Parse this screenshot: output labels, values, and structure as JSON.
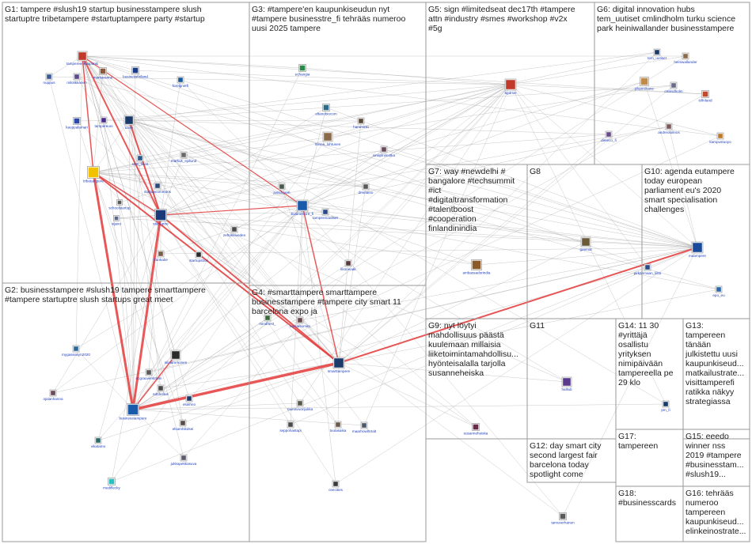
{
  "groups": [
    {
      "id": "G1",
      "title_lines": [
        "G1: tampere #slush19 startup businesstampere slush",
        "startuptre tribetampere #startuptampere party #startup"
      ]
    },
    {
      "id": "G2",
      "title_lines": [
        "G2: businesstampere #slush19 tampere smarttampere",
        "#tampere startuptre slush startups great meet"
      ]
    },
    {
      "id": "G3",
      "title_lines": [
        "G3: #tampere'en kaupunkiseudun nyt",
        "#tampere businesstre_fi tehrääs numeroo",
        "uusi 2025 tampere"
      ]
    },
    {
      "id": "G4",
      "title_lines": [
        "G4: #smarttampere smarttampere",
        "businesstampere #tampere city smart 11",
        "barcelona expo ja"
      ]
    },
    {
      "id": "G5",
      "title_lines": [
        "G5: sign #limitedseat dec17th #tampere",
        "attn #industry #smes #workshop #v2x",
        "#5g"
      ]
    },
    {
      "id": "G6",
      "title_lines": [
        "G6: digital innovation hubs",
        "tem_uutiset cmlindholm turku science",
        "park heiniwallander businesstampere"
      ]
    },
    {
      "id": "G7",
      "title_lines": [
        "G7: way #newdelhi #",
        "bangalore #techsummit",
        "#ict",
        "#digitaltransformation",
        "#talentboost",
        "#cooperation",
        "finlandinindia"
      ]
    },
    {
      "id": "G8",
      "title_lines": [
        "G8"
      ]
    },
    {
      "id": "G9",
      "title_lines": [
        "G9: nyt löytyi",
        "mahdollisuus päästä",
        "kuulemaan millaisia",
        "liiketoimintamahdollisu...",
        "hyönteisalalla tarjolla",
        "susanneheiska"
      ]
    },
    {
      "id": "G10",
      "title_lines": [
        "G10: agenda eutampere",
        "today european",
        "parliament eu's 2020",
        "smart specialisation",
        "challenges"
      ]
    },
    {
      "id": "G11",
      "title_lines": [
        "G11"
      ]
    },
    {
      "id": "G12",
      "title_lines": [
        "G12: day smart city",
        "second largest fair",
        "barcelona today",
        "spotlight come"
      ]
    },
    {
      "id": "G13",
      "title_lines": [
        "G13:",
        "tampereen",
        "tänään",
        "julkistettu uusi",
        "kaupunkiseud...",
        "matkailustrate...",
        "visittamperefi",
        "ratikka näkyy",
        "strategiassa"
      ]
    },
    {
      "id": "G14",
      "title_lines": [
        "G14: 11 30",
        "#yrittäjä",
        "osallistu",
        "yrityksen",
        "nimipäivään",
        "tampereella pe",
        "29 klo"
      ]
    },
    {
      "id": "G15",
      "title_lines": [
        "G15: eeedo",
        "winner nss",
        "2019 #tampere",
        "#businesstam...",
        "#slush19..."
      ]
    },
    {
      "id": "G16",
      "title_lines": [
        "G16: tehrääs",
        "numeroo",
        "tampereen",
        "kaupunkiseud...",
        "elinkeinostrate..."
      ]
    },
    {
      "id": "G17",
      "title_lines": [
        "G17:",
        "tampereen"
      ]
    },
    {
      "id": "G18",
      "title_lines": [
        "G18:",
        "#businesscards"
      ]
    }
  ],
  "nodes": [
    {
      "id": "tampereenkaupunki",
      "label": "tampereenkaupunki",
      "icon": "city-logo-icon",
      "color": "#c0392b"
    },
    {
      "id": "nuppus",
      "label": "nuppus",
      "icon": "avatar-icon",
      "color": "#3a5a9a"
    },
    {
      "id": "niilotikkanen",
      "label": "niilotikkanen",
      "icon": "avatar-icon",
      "color": "#5a4a8a"
    },
    {
      "id": "maritaranne",
      "label": "maritaranne",
      "icon": "avatar-icon",
      "color": "#8a5a3a"
    },
    {
      "id": "businessfinland",
      "label": "businessfinland",
      "icon": "logo-icon",
      "color": "#1a3a8a"
    },
    {
      "id": "forelgnerfi",
      "label": "forelgnerfi",
      "icon": "logo-icon",
      "color": "#1a5a9a"
    },
    {
      "id": "kauppalamari",
      "label": "kauppalamari",
      "icon": "logo-icon",
      "color": "#2a4aaa"
    },
    {
      "id": "tampereuni",
      "label": "tampereuni",
      "icon": "logo-icon",
      "color": "#4a2a8a"
    },
    {
      "id": "tdcre",
      "label": "tdcre",
      "icon": "logo-icon",
      "color": "#1a3a6a"
    },
    {
      "id": "tribetampere",
      "label": "tribetampere",
      "icon": "logo-icon",
      "color": "#f2c200"
    },
    {
      "id": "seel_finns",
      "label": "seel_finns",
      "icon": "logo-icon",
      "color": "#2a5a8a"
    },
    {
      "id": "markus_ejdlund",
      "label": "markus_ejdlund",
      "icon": "avatar-icon",
      "color": "#6a6a6a"
    },
    {
      "id": "startupcommons",
      "label": "startupcommons",
      "icon": "logo-icon",
      "color": "#2a4a7a"
    },
    {
      "id": "schoolstartup",
      "label": "schoolstartup",
      "icon": "logo-icon",
      "color": "#5a5a5a"
    },
    {
      "id": "sijaxo",
      "label": "sijaxo",
      "icon": "avatar-icon",
      "color": "#5a6a8a"
    },
    {
      "id": "startuptre",
      "label": "startuptre",
      "icon": "logo-icon",
      "color": "#1a3a7a"
    },
    {
      "id": "zeftonkiveden",
      "label": "zeftonkiveden",
      "icon": "avatar-icon",
      "color": "#4a4a4a"
    },
    {
      "id": "frankabe",
      "label": "frankabe",
      "icon": "avatar-icon",
      "color": "#7a5a4a"
    },
    {
      "id": "startupsbox",
      "label": "startupsbox",
      "icon": "logo-icon",
      "color": "#2a2a2a"
    },
    {
      "id": "echangia",
      "label": "echangia",
      "icon": "logo-icon",
      "color": "#2a8a4a"
    },
    {
      "id": "eltanobiocom",
      "label": "eltanobiocom",
      "icon": "logo-icon",
      "color": "#2a6a8a"
    },
    {
      "id": "hamminki",
      "label": "hamminki",
      "icon": "avatar-icon",
      "color": "#5a4a3a"
    },
    {
      "id": "minna_lohtunen",
      "label": "minna_lohtunen",
      "icon": "avatar-icon",
      "color": "#8a6a4a"
    },
    {
      "id": "ninaplnimotko",
      "label": "ninaplnimotko",
      "icon": "avatar-icon",
      "color": "#6a4a5a"
    },
    {
      "id": "jussihgren",
      "label": "jussihgren",
      "icon": "avatar-icon",
      "color": "#4a5a4a"
    },
    {
      "id": "businesstre_fi",
      "label": "businesstre_fi",
      "icon": "logo-icon",
      "color": "#1a5aaa"
    },
    {
      "id": "tampereuudiset",
      "label": "tampereuudiset",
      "icon": "logo-icon",
      "color": "#2a4a8a"
    },
    {
      "id": "dmotaino",
      "label": "dmotaino",
      "icon": "avatar-icon",
      "color": "#5a5a5a"
    },
    {
      "id": "ilkonenak",
      "label": "ilkonenak",
      "icon": "avatar-icon",
      "color": "#5a3a3a"
    },
    {
      "id": "5gdrive",
      "label": "5gdrive",
      "icon": "logo-icon",
      "color": "#c0392b"
    },
    {
      "id": "tem_uutiset",
      "label": "tem_uutiset",
      "icon": "logo-icon",
      "color": "#1a3a6a"
    },
    {
      "id": "heiniwallander",
      "label": "heiniwallander",
      "icon": "avatar-icon",
      "color": "#8a6a4a"
    },
    {
      "id": "pharmivane",
      "label": "pharmivane",
      "icon": "avatar-icon",
      "color": "#c08a4a"
    },
    {
      "id": "cmlindholm",
      "label": "cmlindholm",
      "icon": "avatar-icon",
      "color": "#6a6a8a"
    },
    {
      "id": "tcfinland",
      "label": "tcfinland",
      "icon": "logo-icon",
      "color": "#c04a2a"
    },
    {
      "id": "andreotolinos",
      "label": "andreotolinos",
      "icon": "avatar-icon",
      "color": "#7a5a5a"
    },
    {
      "id": "dimeco_fi",
      "label": "dimeco_fi",
      "icon": "logo-icon",
      "color": "#6a4a8a"
    },
    {
      "id": "kampustuoyo",
      "label": "kampustuoyo",
      "icon": "logo-icon",
      "color": "#c07a2a"
    },
    {
      "id": "ambassadorindia",
      "label": "ambassadorindia",
      "icon": "avatar-icon",
      "color": "#8a5a2a"
    },
    {
      "id": "gaemal",
      "label": "gaemal",
      "icon": "avatar-icon",
      "color": "#6a5a3a"
    },
    {
      "id": "pirkanmaan_liitto",
      "label": "pirkanmaan_liitto",
      "icon": "logo-icon",
      "color": "#2a4a8a"
    },
    {
      "id": "eutampere",
      "label": "eutampere",
      "icon": "logo-icon",
      "color": "#1a4a9a"
    },
    {
      "id": "epo_eu",
      "label": "epo_eu",
      "icon": "logo-icon",
      "color": "#2a6aaa"
    },
    {
      "id": "mindhest_",
      "label": "mindhest_",
      "icon": "avatar-icon",
      "color": "#3a6a3a"
    },
    {
      "id": "caritaisoman",
      "label": "caritaisoman",
      "icon": "avatar-icon",
      "color": "#6a4a4a"
    },
    {
      "id": "smarttampere",
      "label": "smarttampere",
      "icon": "logo-icon",
      "color": "#1a3a6a"
    },
    {
      "id": "raunavuorijukka",
      "label": "raunavuorijukka",
      "icon": "avatar-icon",
      "color": "#5a5a4a"
    },
    {
      "id": "seppohastapi",
      "label": "seppohastapi",
      "icon": "avatar-icon",
      "color": "#4a4a4a"
    },
    {
      "id": "tuulasaika",
      "label": "tuulasaika",
      "icon": "avatar-icon",
      "color": "#6a5a4a"
    },
    {
      "id": "maarhowlhrtalt",
      "label": "maarhowlhrtalt",
      "icon": "avatar-icon",
      "color": "#4a5a6a"
    },
    {
      "id": "ceecities",
      "label": "ceecities",
      "icon": "logo-icon",
      "color": "#3a3a3a"
    },
    {
      "id": "susanneheiska",
      "label": "susanneheiska",
      "icon": "avatar-icon",
      "color": "#6a2a4a"
    },
    {
      "id": "mygaseasyn2020",
      "label": "mygaseasyn2020",
      "icon": "logo-icon",
      "color": "#2a6a9a"
    },
    {
      "id": "ojalanhanna",
      "label": "ojalanhanna",
      "icon": "avatar-icon",
      "color": "#6a4a5a"
    },
    {
      "id": "businesstampere",
      "label": "businesstampere",
      "icon": "logo-icon",
      "color": "#1a5aaa"
    },
    {
      "id": "niinaimmonen",
      "label": "niinaimmonen",
      "icon": "avatar-icon",
      "color": "#2a2a2a"
    },
    {
      "id": "ncgrauverstrlem",
      "label": "ncgrauverstrlem",
      "icon": "avatar-icon",
      "color": "#5a5a5a"
    },
    {
      "id": "sdnholtus",
      "label": "sdnholtus",
      "icon": "avatar-icon",
      "color": "#4a4a4a"
    },
    {
      "id": "elukhno",
      "label": "elukhno",
      "icon": "avatar-icon",
      "color": "#1a3a6a"
    },
    {
      "id": "vikatamo",
      "label": "vikatamo",
      "icon": "avatar-icon",
      "color": "#2a6a6a"
    },
    {
      "id": "elsamhikdsei",
      "label": "elsamhikdsei",
      "icon": "avatar-icon",
      "color": "#5a4a4a"
    },
    {
      "id": "jukkapekkasuva",
      "label": "jukkapekkasuva",
      "icon": "avatar-icon",
      "color": "#5a5a6a"
    },
    {
      "id": "mediflecky",
      "label": "mediflecky",
      "icon": "logo-icon",
      "color": "#2ac0c0"
    },
    {
      "id": "hallsdi",
      "label": "hallsdi",
      "icon": "avatar-icon",
      "color": "#5a3a8a"
    },
    {
      "id": "pm_fi",
      "label": "pm_fi",
      "icon": "logo-icon",
      "color": "#1a3a6a"
    },
    {
      "id": "tamuverhanen",
      "label": "tamuverhanen",
      "icon": "avatar-icon",
      "color": "#5a5a5a"
    }
  ]
}
